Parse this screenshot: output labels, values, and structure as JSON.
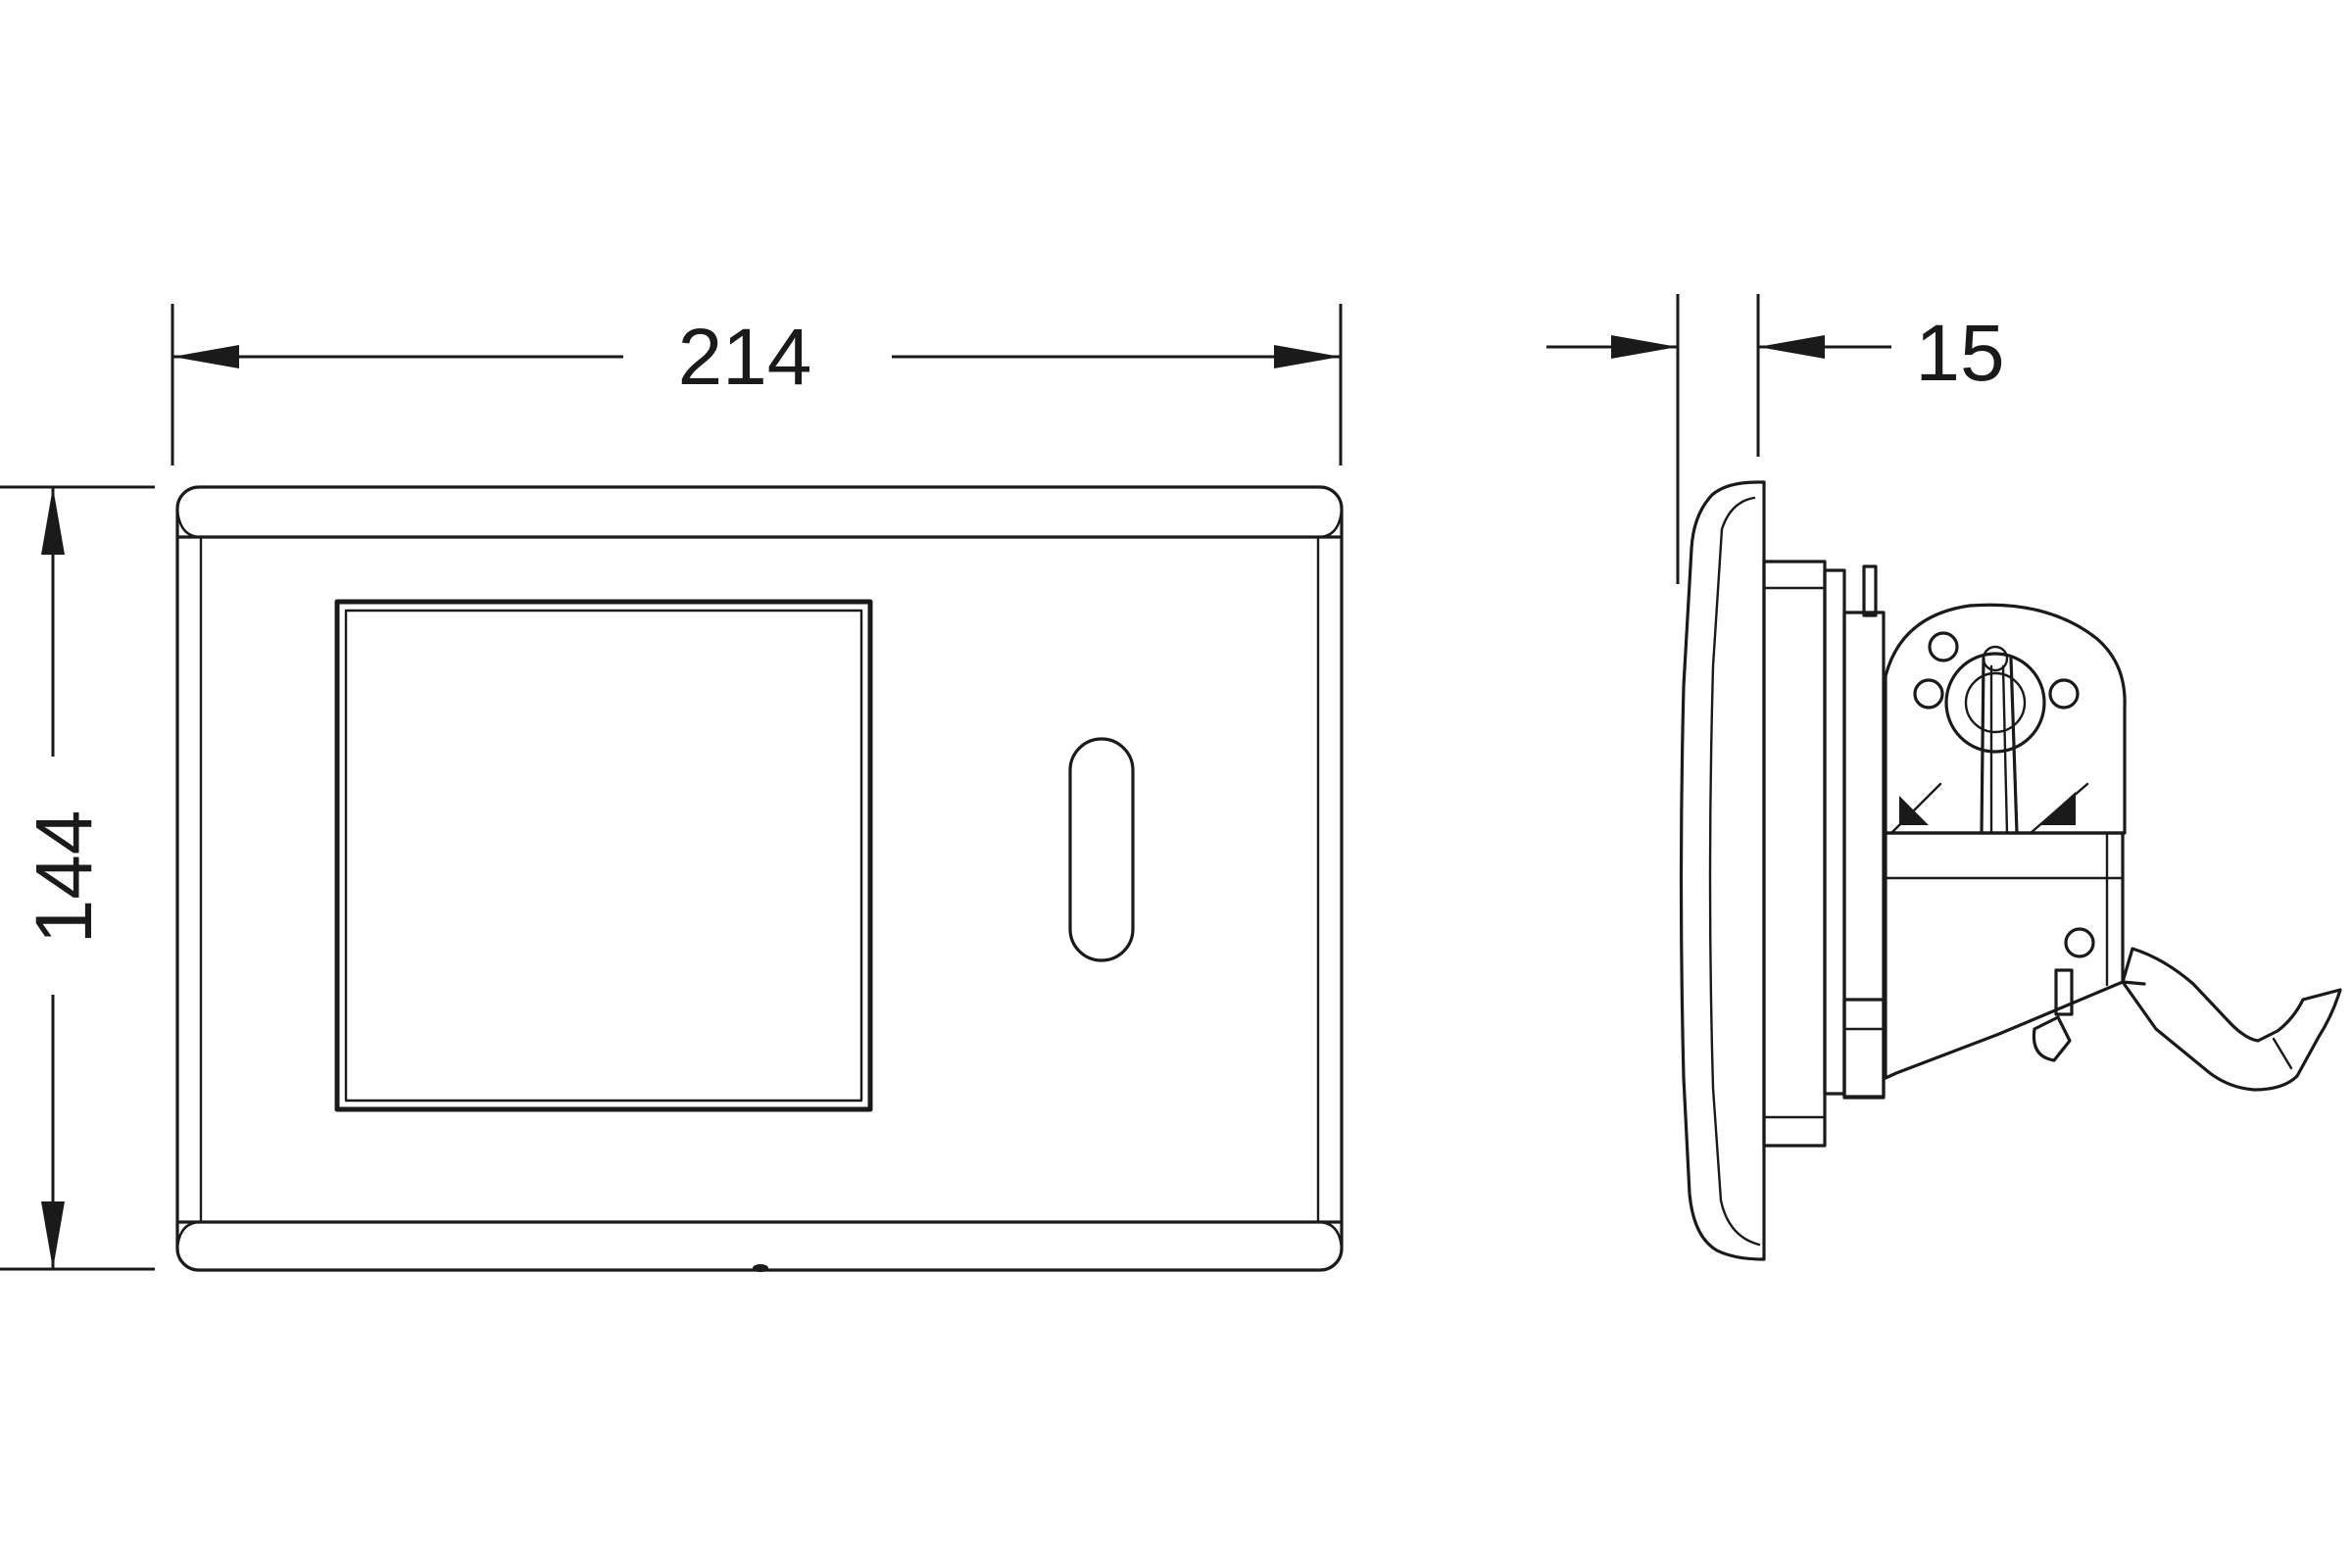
{
  "dimensions": {
    "width_label": "214",
    "height_label": "144",
    "depth_label": "15"
  },
  "colors": {
    "line": "#1a1a1a",
    "background": "#ffffff"
  }
}
